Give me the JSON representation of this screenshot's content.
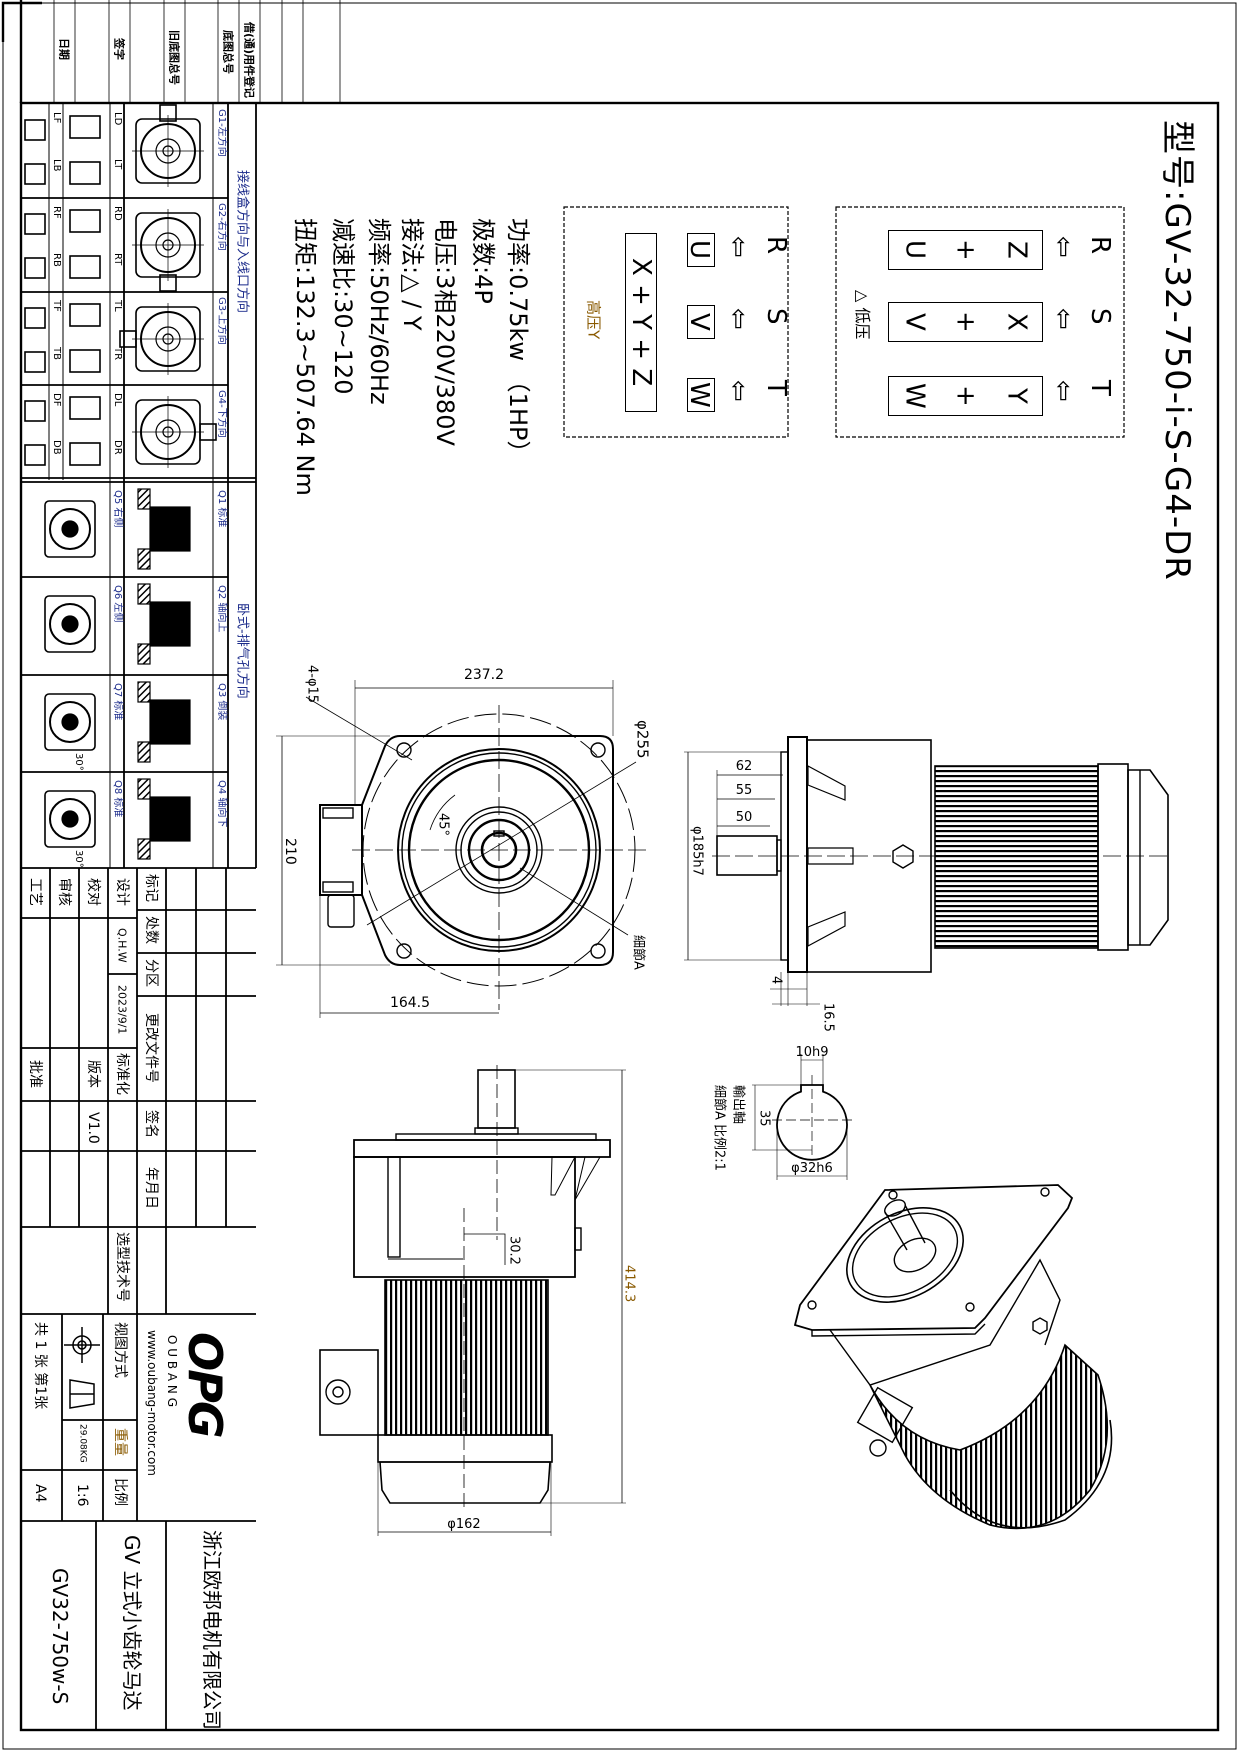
{
  "model_title": "型号:GV-32-750-i-S-G4-DR",
  "specs": [
    "功率:0.75kw （1HP）",
    "极数:4P",
    "电压:3相220V/380V",
    "接法:△ / Y",
    "频率:50Hz/60Hz",
    "减速比:30~120",
    "扭矩:132.3~507.64 Nm"
  ],
  "wiring": {
    "low": {
      "label": "△ 低压",
      "supply": [
        "R",
        "S",
        "T"
      ],
      "arrow": "⇦",
      "rows": [
        {
          "a": "Z",
          "plus": "+",
          "b": "U"
        },
        {
          "a": "X",
          "plus": "+",
          "b": "V"
        },
        {
          "a": "Y",
          "plus": "+",
          "b": "W"
        }
      ]
    },
    "high": {
      "label": "高压Y",
      "supply": [
        "R",
        "S",
        "T"
      ],
      "arrow": "⇦",
      "terminals": [
        "U",
        "V",
        "W"
      ],
      "star": "X + Y + Z"
    }
  },
  "dimensions": {
    "flange_width": "237.2",
    "flange_height": "210",
    "box_offset": "164.5",
    "holes": "4-φ15",
    "pcd": "φ255",
    "detail_ref": "細節A",
    "angle": "45°",
    "shaft_62": "62",
    "shaft_55": "55",
    "shaft_50": "50",
    "spigot": "φ185h7",
    "spigot_depth": "4",
    "flange_thickness": "16.5",
    "offset": "30.2",
    "total_length": "414.3",
    "motor_dia": "φ162",
    "key_width": "10h9",
    "key_height": "35",
    "shaft_dia": "φ32h6",
    "detail_title": "輸出軸",
    "detail_scale": "細節A 比例2:1"
  },
  "orientation_panel": {
    "header_box": "接线盒方向与入线口方向",
    "header_vent": "卧式-排气孔方向",
    "g_rows": [
      {
        "label": "G1-左方向",
        "side": [
          "LD",
          "LT"
        ],
        "front": [
          "LF",
          "LB"
        ]
      },
      {
        "label": "G2-右方向",
        "side": [
          "RD",
          "RT"
        ],
        "front": [
          "RF",
          "RB"
        ]
      },
      {
        "label": "G3-上方向",
        "side": [
          "TL",
          "TR"
        ],
        "front": [
          "TF",
          "TB"
        ]
      },
      {
        "label": "G4-下方向",
        "side": [
          "DL",
          "DR"
        ],
        "front": [
          "DF",
          "DB"
        ]
      }
    ],
    "q_rows": [
      {
        "label": "Q1 标准",
        "sub": "Q5 右侧"
      },
      {
        "label": "Q2 轴向上",
        "sub": "Q6 左侧"
      },
      {
        "label": "Q3 倒装",
        "sub": "Q7 标准",
        "angle": "30°"
      },
      {
        "label": "Q4 轴向下",
        "sub": "Q8 标准",
        "angle": "30°"
      }
    ]
  },
  "top_strip": [
    "日期",
    "签字",
    "旧底图总号",
    "底图总号",
    "借(通)用件登记"
  ],
  "title_block": {
    "mark": "标记",
    "count": "处数",
    "zone": "分区",
    "change_doc": "更改文件号",
    "sign": "签名",
    "date": "年月日",
    "design": "设计",
    "check": "校对",
    "review": "审核",
    "process": "工艺",
    "designer": "Q.H.W",
    "design_date": "2023/9/1",
    "standard": "标准化",
    "version_label": "版本",
    "approve": "批准",
    "version": "V1.0",
    "selection_no": "选型技术号",
    "logo": "OPG",
    "logo_sub": "O U B A N G",
    "website": "www.oubang-motor.com",
    "view_method": "视图方式",
    "weight_label": "重量",
    "weight": "29.08KG",
    "scale_label": "比例",
    "scale": "1:6",
    "sheets": "共 1 张 第1张",
    "paper": "A4",
    "company": "浙江欧邦电机有限公司",
    "product": "GV 立式小齿轮马达",
    "drawing_no": "GV32-750w-S"
  }
}
